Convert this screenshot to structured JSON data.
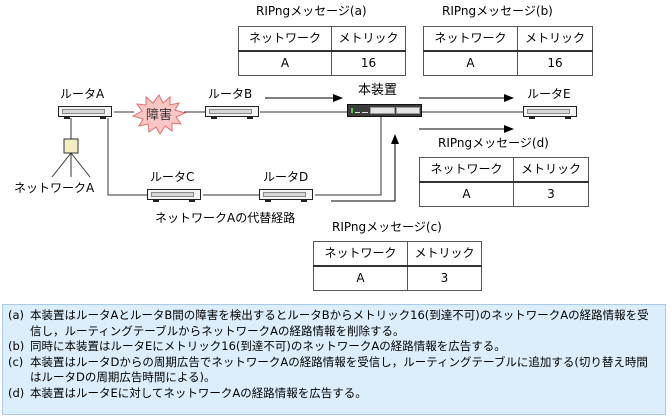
{
  "diagram": {
    "routers": {
      "a": "ルータA",
      "b": "ルータB",
      "c": "ルータC",
      "d": "ルータD",
      "e": "ルータE"
    },
    "device_label": "本装置",
    "failure_label": "障害",
    "network_label": "ネットワークA",
    "alt_route_label": "ネットワークAの代替経路",
    "colors": {
      "failure_fill": "#f9c6c6",
      "failure_stroke": "#e07070",
      "network_node": "#f2f0c0",
      "notes_bg": "#dceefc",
      "notes_border": "#a9cbe8"
    }
  },
  "messages": {
    "a": {
      "title": "RIPngメッセージ(a)",
      "headers": [
        "ネットワーク",
        "メトリック"
      ],
      "row": [
        "A",
        "16"
      ]
    },
    "b": {
      "title": "RIPngメッセージ(b)",
      "headers": [
        "ネットワーク",
        "メトリック"
      ],
      "row": [
        "A",
        "16"
      ]
    },
    "c": {
      "title": "RIPngメッセージ(c)",
      "headers": [
        "ネットワーク",
        "メトリック"
      ],
      "row": [
        "A",
        "3"
      ]
    },
    "d": {
      "title": "RIPngメッセージ(d)",
      "headers": [
        "ネットワーク",
        "メトリック"
      ],
      "row": [
        "A",
        "3"
      ]
    }
  },
  "notes": [
    {
      "tag": "(a)",
      "text": "本装置はルータAとルータB間の障害を検出するとルータBからメトリック16(到達不可)のネットワークAの経路情報を受信し，ルーティングテーブルからネットワークAの経路情報を削除する。"
    },
    {
      "tag": "(b)",
      "text": "同時に本装置はルータEにメトリック16(到達不可)のネットワークAの経路情報を広告する。"
    },
    {
      "tag": "(c)",
      "text": "本装置はルータDからの周期広告でネットワークAの経路情報を受信し，ルーティングテーブルに追加する(切り替え時間はルータDの周期広告時間による)。"
    },
    {
      "tag": "(d)",
      "text": "本装置はルータEに対してネットワークAの経路情報を広告する。"
    }
  ]
}
